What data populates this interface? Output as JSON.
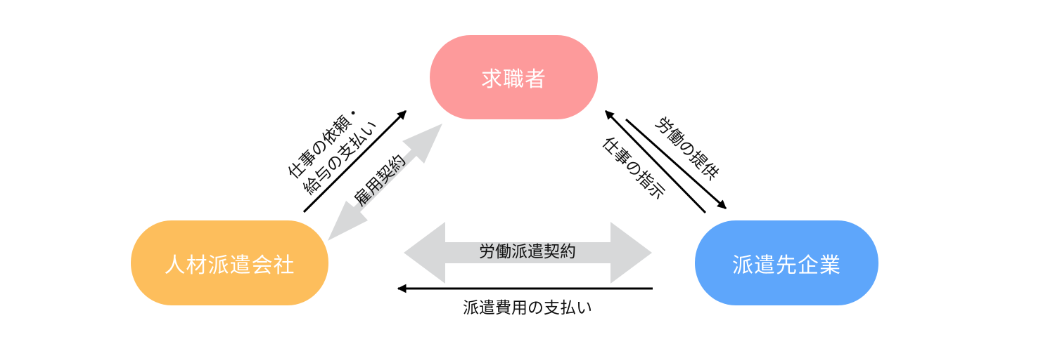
{
  "nodes": {
    "job_seeker": {
      "label": "求職者",
      "color": "#fd9a9b"
    },
    "agency": {
      "label": "人材派遣会社",
      "color": "#fdbe5c"
    },
    "client": {
      "label": "派遣先企業",
      "color": "#5ea6fb"
    }
  },
  "labels": {
    "work_request_line1": "仕事の依頼・",
    "work_request_line2": "給与の支払い",
    "employment_contract": "雇用契約",
    "labor_provision": "労働の提供",
    "work_instruction": "仕事の指示",
    "dispatch_contract": "労働派遣契約",
    "dispatch_fee_payment": "派遣費用の支払い"
  },
  "colors": {
    "contract_arrow": "#d7d8d9",
    "relation_arrow": "#000000"
  }
}
